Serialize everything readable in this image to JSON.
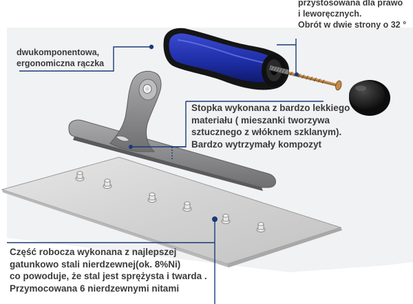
{
  "colors": {
    "background": "#ffffff",
    "callout_line": "#1a3a78",
    "text": "#3a3a3a",
    "handle_grip": "#1f2fa8",
    "handle_rubber": "#1a1a1a",
    "base": "#8e8e90",
    "plate": "#d8d8d8"
  },
  "callouts": {
    "rotation": {
      "lines": [
        "przystosowana dla prawo",
        "i leworęcznych.",
        "Obrót w dwie strony o 32 °"
      ]
    },
    "handle": {
      "lines": [
        "dwukomponentowa,",
        "ergonomiczna rączka"
      ]
    },
    "base": {
      "lines": [
        "Stopka wykonana z bardzo lekkiego",
        "materiału ( mieszanki tworzywa",
        "sztucznego z włóknem szklanym).",
        "Bardzo wytrzymały kompozyt"
      ]
    },
    "blade": {
      "lines": [
        "Część robocza wykonana z najlepszej",
        "gatunkowo stali nierdzewnej(ok. 8%Ni)",
        "co powoduje, że stal jest sprężysta i twarda .",
        "Przymocowana 6 nierdzewnymi nitami"
      ]
    }
  },
  "parts": {
    "handle_icon": "trowel-handle",
    "screw_icon": "screw",
    "cap_icon": "end-cap",
    "base_icon": "trowel-base",
    "blade_icon": "steel-blade",
    "rivet_icon": "rivet"
  }
}
